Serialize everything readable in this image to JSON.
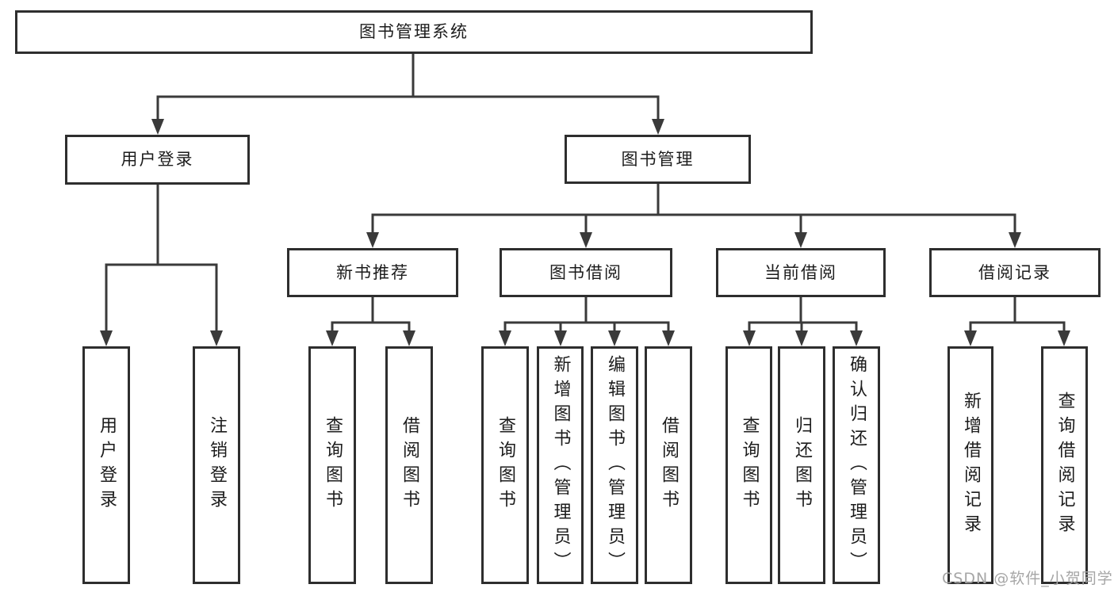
{
  "tree": {
    "label": "图书管理系统",
    "children": [
      {
        "label": "用户登录",
        "children": [
          {
            "label": "用户登录"
          },
          {
            "label": "注销登录"
          }
        ]
      },
      {
        "label": "图书管理",
        "children": [
          {
            "label": "新书推荐",
            "children": [
              {
                "label": "查询图书"
              },
              {
                "label": "借阅图书"
              }
            ]
          },
          {
            "label": "图书借阅",
            "children": [
              {
                "label": "查询图书"
              },
              {
                "label": "新增图书（管理员）"
              },
              {
                "label": "编辑图书（管理员）"
              },
              {
                "label": "借阅图书"
              }
            ]
          },
          {
            "label": "当前借阅",
            "children": [
              {
                "label": "查询图书"
              },
              {
                "label": "归还图书"
              },
              {
                "label": "确认归还（管理员）"
              }
            ]
          },
          {
            "label": "借阅记录",
            "children": [
              {
                "label": "新增借阅记录"
              },
              {
                "label": "查询借阅记录"
              }
            ]
          }
        ]
      }
    ]
  },
  "watermark": "CSDN @软件_小贺同学",
  "colors": {
    "line": "#3a3a3a",
    "box_border": "#2e2e2e",
    "text": "#1c1c1c",
    "watermark": "#a6a6a6",
    "background": "#ffffff"
  }
}
